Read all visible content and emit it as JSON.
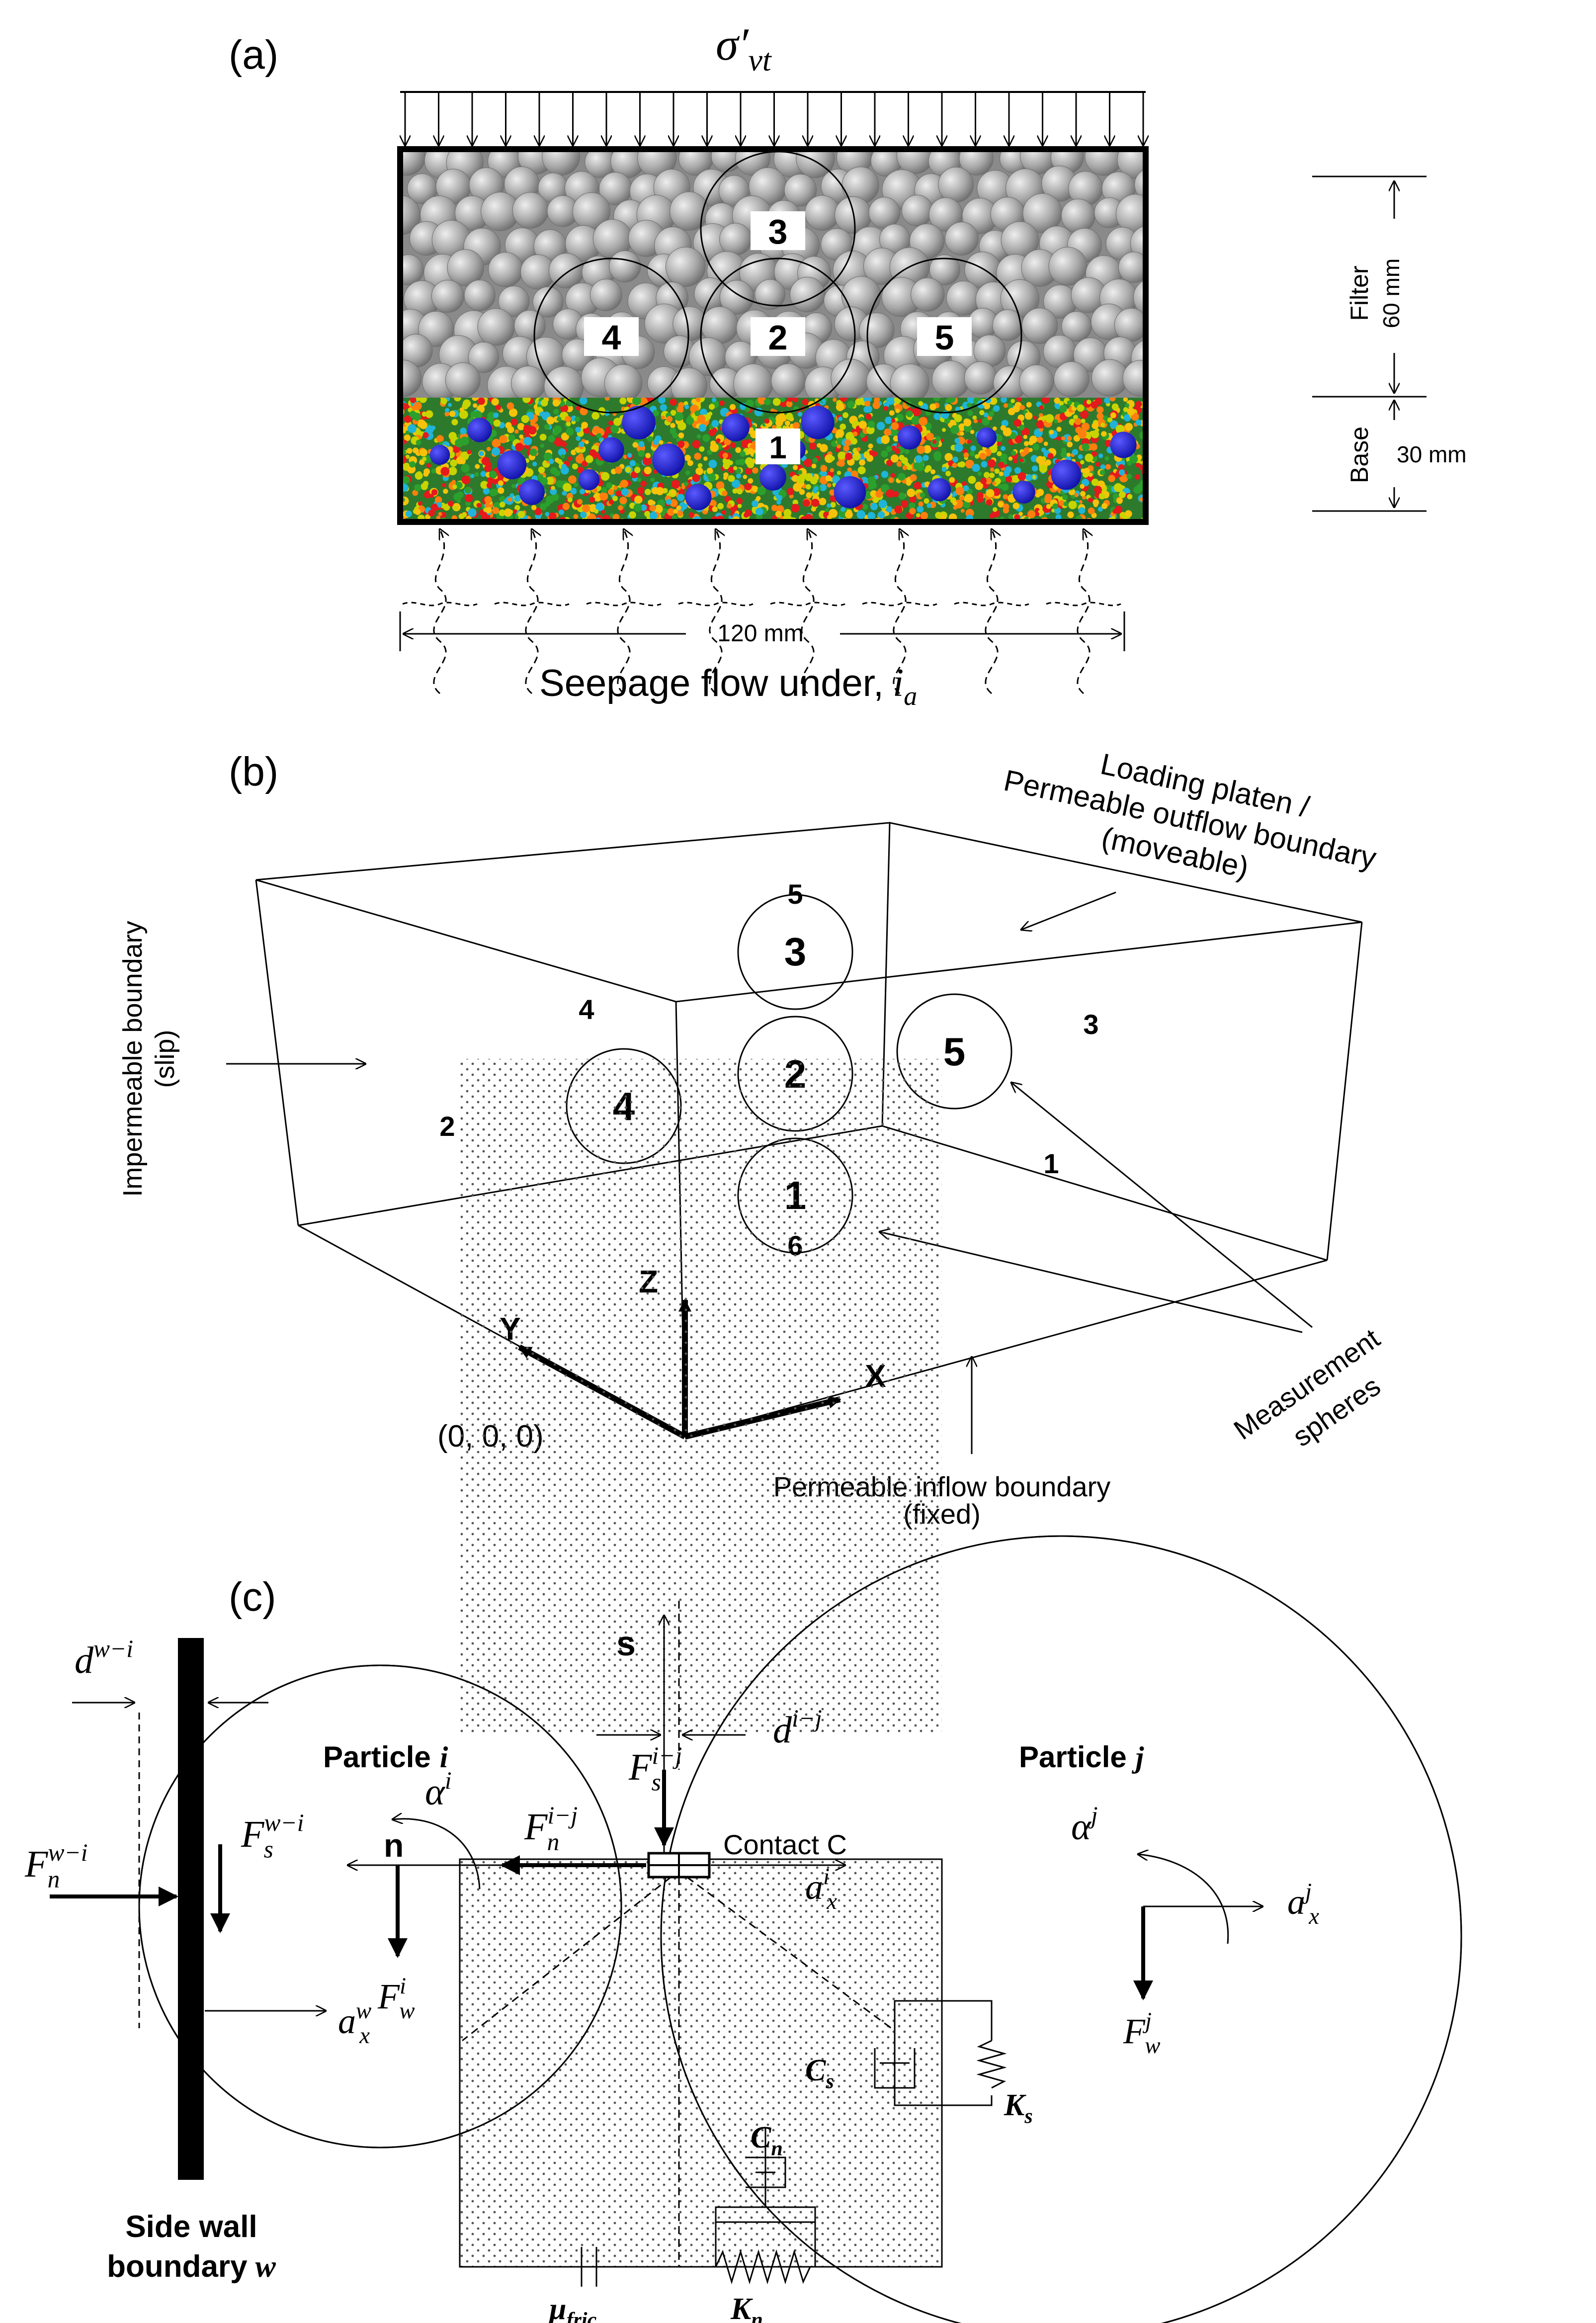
{
  "panel_a": {
    "label": "(a)",
    "sigma_main": "σ′",
    "sigma_sub": "vt",
    "spheres": [
      "3",
      "4",
      "2",
      "5",
      "1"
    ],
    "filter_title": "Filter",
    "filter_size": "60 mm",
    "base_title": "Base",
    "base_size": "30 mm",
    "width_label": "120 mm",
    "flow_label": "Seepage flow under,",
    "flow_symbol": "i",
    "flow_symbol_sub": "a"
  },
  "panel_b": {
    "label": "(b)",
    "platen_line1": "Loading platen /",
    "platen_line2": "Permeable outflow boundary",
    "platen_line3": "(moveable)",
    "impermeable_line1": "Impermeable boundary",
    "impermeable_line2": "(slip)",
    "spheres": [
      "3",
      "2",
      "5",
      "4",
      "1"
    ],
    "walls": [
      "5",
      "4",
      "3",
      "2",
      "1",
      "6"
    ],
    "axis_x": "X",
    "axis_y": "Y",
    "axis_z": "Z",
    "origin": "(0, 0, 0)",
    "inflow_line1": "Permeable inflow boundary",
    "inflow_line2": "(fixed)",
    "measurement_line1": "Measurement",
    "measurement_line2": "spheres"
  },
  "panel_c": {
    "label": "(c)",
    "d_wi": "d",
    "d_wi_sup": "w−i",
    "s_axis": "s",
    "d_ij": "d",
    "d_ij_sup": "i−j",
    "particle_i": "Particle",
    "particle_i_sym": "i",
    "particle_j": "Particle",
    "particle_j_sym": "j",
    "fn_wi": "F",
    "fn_wi_sub": "n",
    "fn_wi_sup": "w−i",
    "fs_wi": "F",
    "fs_wi_sub": "s",
    "fs_wi_sup": "w−i",
    "alpha_i": "α",
    "alpha_i_sup": "i",
    "fs_ij": "F",
    "fs_ij_sub": "s",
    "fs_ij_sup": "i−j",
    "fn_ij": "F",
    "fn_ij_sub": "n",
    "fn_ij_sup": "i−j",
    "contact": "Contact C",
    "n_axis": "n",
    "ax_i": "a",
    "ax_i_sub": "x",
    "ax_i_sup": "i",
    "alpha_j": "α",
    "alpha_j_sup": "j",
    "ax_j": "a",
    "ax_j_sub": "x",
    "ax_j_sup": "j",
    "fw_i": "F",
    "fw_i_sub": "w",
    "fw_i_sup": "i",
    "fw_j": "F",
    "fw_j_sub": "w",
    "fw_j_sup": "j",
    "cs": "C",
    "cs_sub": "s",
    "ks": "K",
    "ks_sub": "s",
    "ax_w": "a",
    "ax_w_sub": "x",
    "ax_w_sup": "w",
    "cn": "C",
    "cn_sub": "n",
    "mu": "μ",
    "mu_sub": "fric",
    "kn": "K",
    "kn_sub": "n",
    "wall_line1": "Side wall",
    "wall_line2": "boundary",
    "wall_sym": "w"
  },
  "colors": {
    "filter_particle": "#a9a9a9",
    "filter_particle_edge": "#6f6f6f",
    "coarse_base": "#1f1fd6",
    "fines": [
      "#e41a1c",
      "#f6c20a",
      "#2ca02c",
      "#ff7f0e",
      "#1fb4d8",
      "#c8d400"
    ],
    "base_bg": "#2d7a2d"
  }
}
